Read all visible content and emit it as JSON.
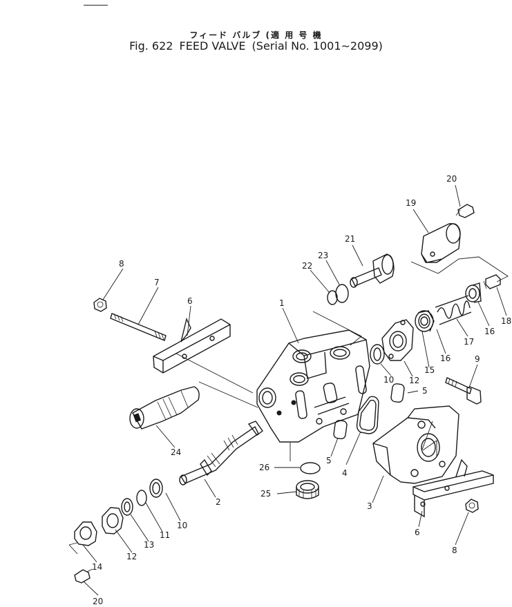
{
  "header": {
    "title_jp": "フィード バルブ",
    "title_jp_applicability": "(適 用 号 機",
    "figure_label": "Fig. 622",
    "title_en": "FEED VALVE",
    "serial_note": "(Serial No. 1001∼2099)"
  },
  "callouts": {
    "c1": "1",
    "c2": "2",
    "c3": "3",
    "c4": "4",
    "c5a": "5",
    "c5b": "5",
    "c6a": "6",
    "c6b": "6",
    "c7": "7",
    "c8a": "8",
    "c8b": "8",
    "c9": "9",
    "c10a": "10",
    "c10b": "10",
    "c11": "11",
    "c12a": "12",
    "c12b": "12",
    "c13": "13",
    "c14": "14",
    "c15": "15",
    "c16a": "16",
    "c16b": "16",
    "c17": "17",
    "c18": "18",
    "c19": "19",
    "c20a": "20",
    "c20b": "20",
    "c21": "21",
    "c22": "22",
    "c23": "23",
    "c24": "24",
    "c25": "25",
    "c26": "26"
  }
}
